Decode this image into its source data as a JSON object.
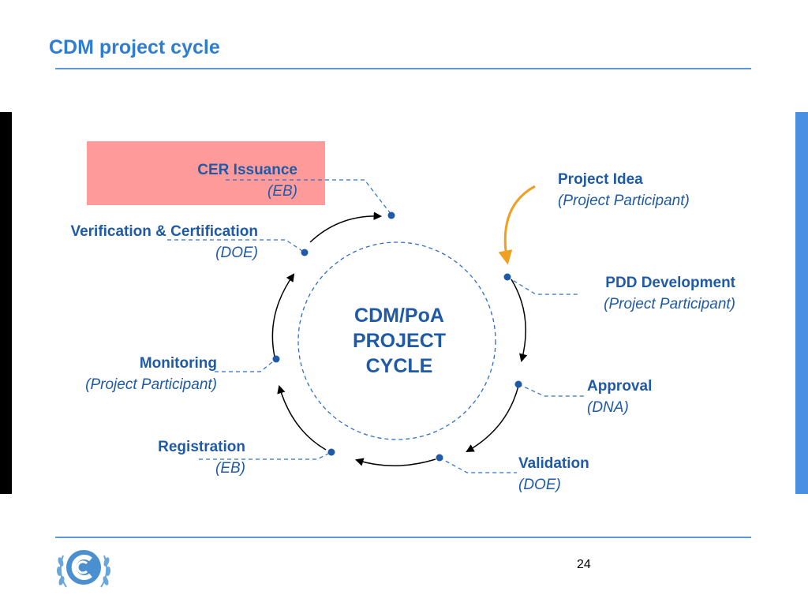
{
  "slide": {
    "title": "CDM project cycle",
    "page_number": "24"
  },
  "center": {
    "line1": "CDM/PoA",
    "line2": "PROJECT",
    "line3": "CYCLE"
  },
  "steps": {
    "cer_issuance": {
      "title": "CER Issuance",
      "actor": "(EB)"
    },
    "project_idea": {
      "title": "Project Idea",
      "actor": "(Project Participant)"
    },
    "pdd_development": {
      "title": "PDD Development",
      "actor": "(Project Participant)"
    },
    "approval": {
      "title": "Approval",
      "actor": "(DNA)"
    },
    "validation": {
      "title": "Validation",
      "actor": "(DOE)"
    },
    "registration": {
      "title": "Registration",
      "actor": "(EB)"
    },
    "monitoring": {
      "title": "Monitoring",
      "actor": "(Project Participant)"
    },
    "verification": {
      "title": "Verification & Certification",
      "actor": "(DOE)"
    }
  },
  "colors": {
    "accent": "#2e7dd1",
    "label_text": "#1f5aa6",
    "highlight_box": "#ff9a9a",
    "orange_arrow": "#f0a020",
    "right_bar": "#4a90e2"
  }
}
